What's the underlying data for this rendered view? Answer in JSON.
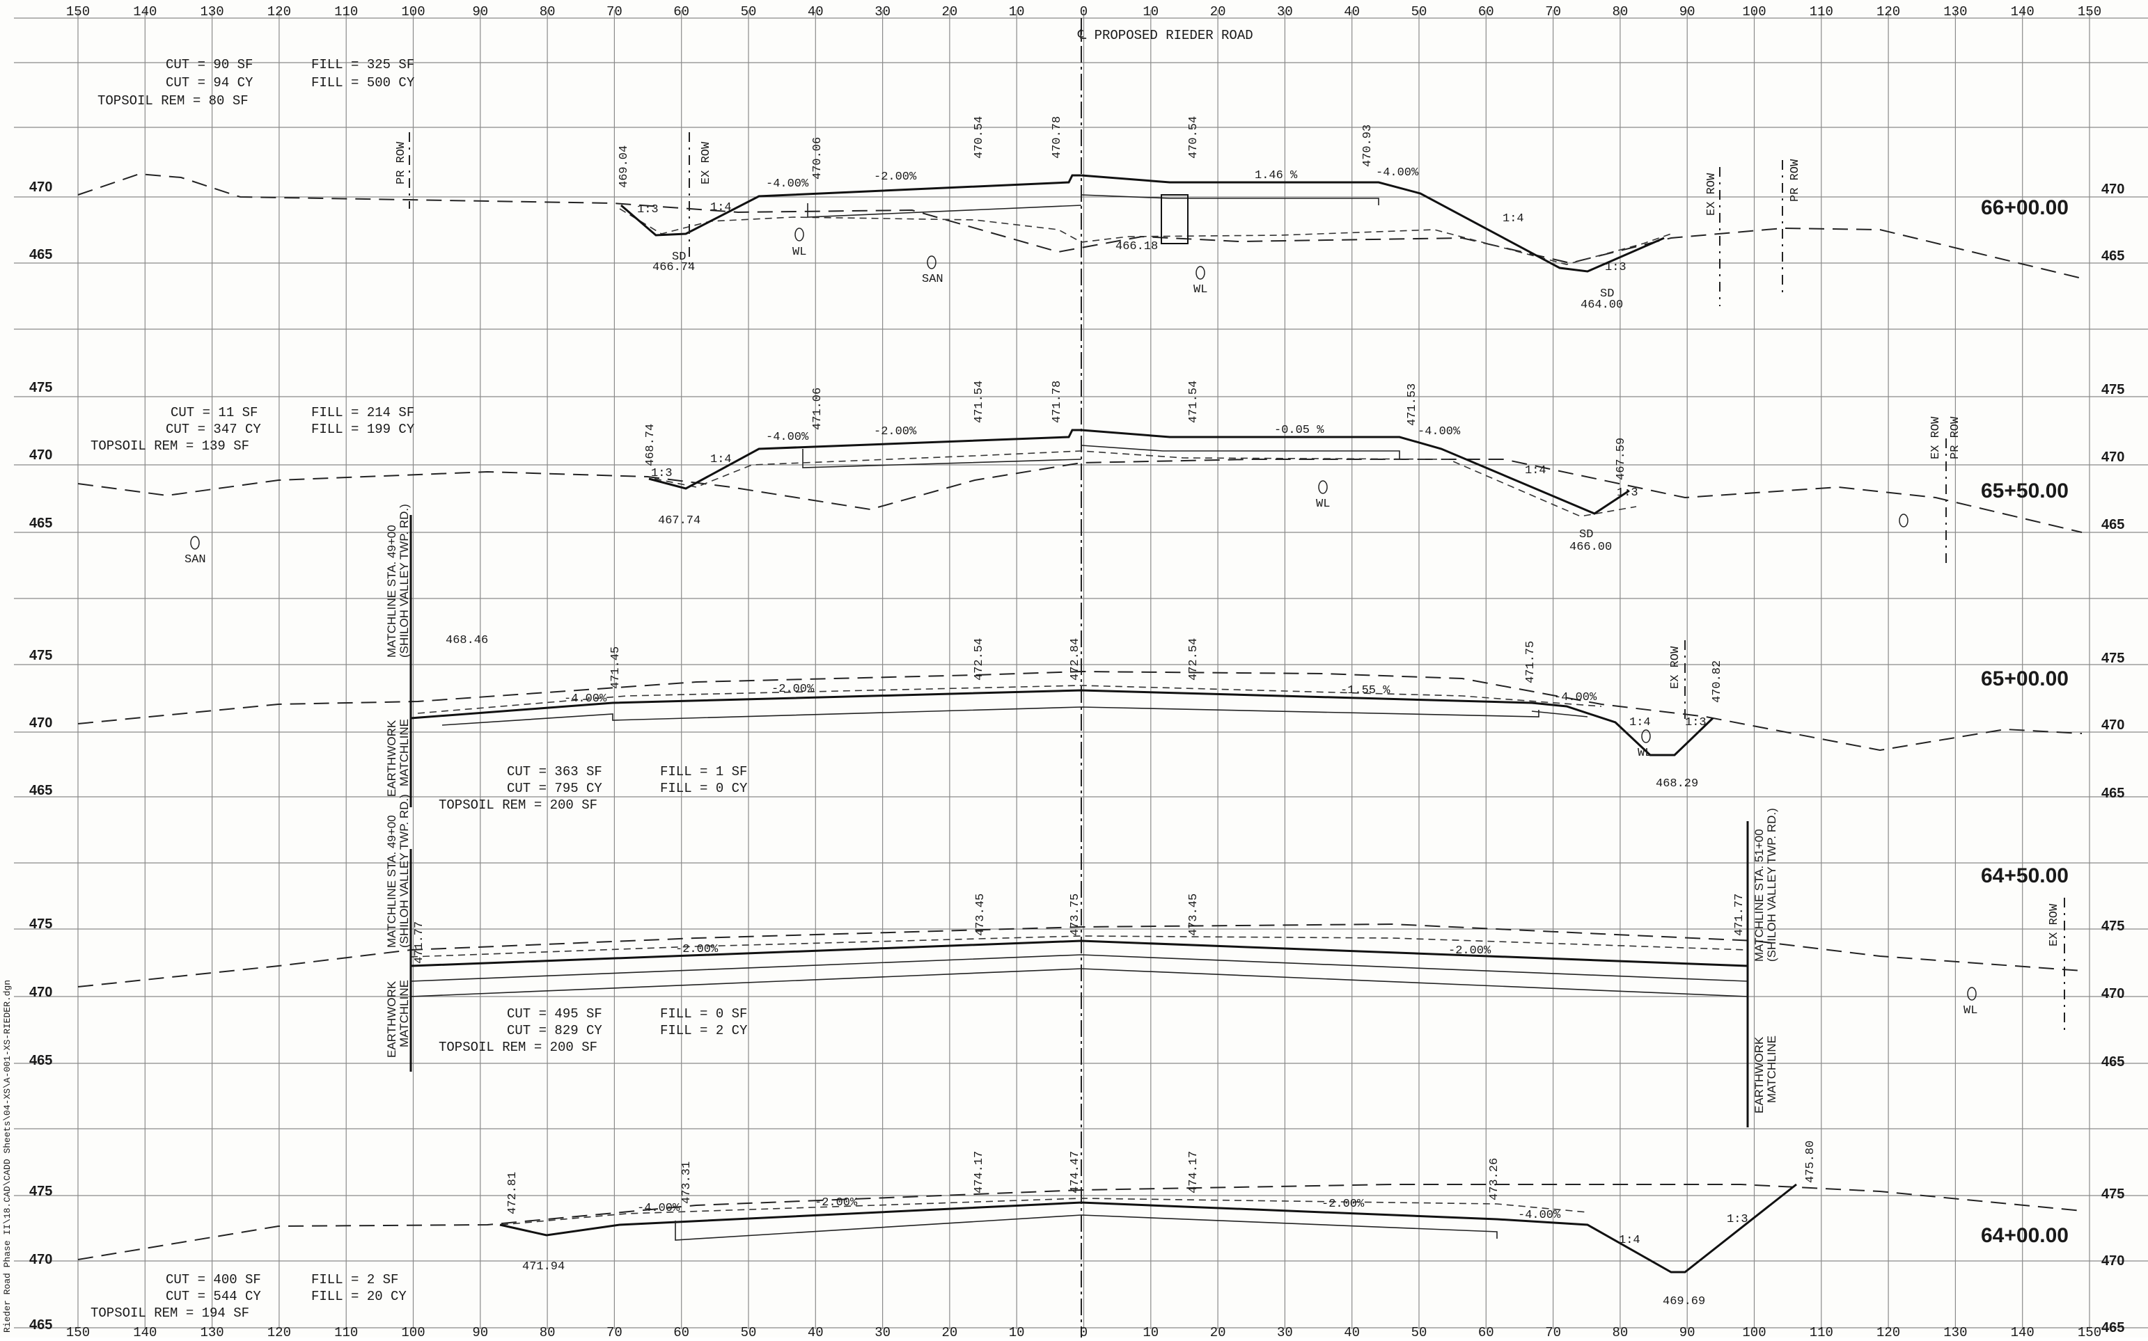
{
  "title": "℄ PROPOSED RIEDER ROAD",
  "side_text": "Rieder Road Phase II\\18.CAD\\CADD Sheets\\04-XS\\A-001-XS-RIEDER.dgn",
  "offsets_top": [
    "150",
    "140",
    "130",
    "120",
    "110",
    "100",
    "90",
    "80",
    "70",
    "60",
    "50",
    "40",
    "30",
    "20",
    "10",
    "0",
    "10",
    "20",
    "30",
    "40",
    "50",
    "60",
    "70",
    "80",
    "90",
    "100",
    "110",
    "120",
    "130",
    "140",
    "150"
  ],
  "offsets_bottom": [
    "150",
    "140",
    "130",
    "120",
    "110",
    "100",
    "90",
    "80",
    "70",
    "60",
    "50",
    "40",
    "30",
    "20",
    "10",
    "0",
    "10",
    "20",
    "30",
    "40",
    "50",
    "60",
    "70",
    "80",
    "90",
    "100",
    "110",
    "120",
    "130",
    "140",
    "150"
  ],
  "sections": [
    {
      "station": "66+00.00",
      "elev_left": [
        "470",
        "465"
      ],
      "elev_right": [
        "470",
        "465"
      ],
      "earthwork": {
        "cut_sf": "CUT = 90 SF",
        "cut_cy": "CUT = 94 CY",
        "topsoil": "TOPSOIL REM = 80 SF",
        "fill_sf": "FILL = 325 SF",
        "fill_cy": "FILL = 500 CY"
      },
      "elevs": [
        "469.04",
        "470.06",
        "470.54",
        "470.78",
        "470.54",
        "470.93",
        "466.74",
        "466.18",
        "464.00"
      ],
      "slopes": [
        "-4.00%",
        "-2.00%",
        "1.46 %",
        "-4.00%",
        "1:3",
        "1:4",
        "1:4",
        "1:3"
      ],
      "utilities": [
        "WL",
        "SAN",
        "WL",
        "SD",
        "SD"
      ],
      "row": [
        "PR ROW",
        "EX ROW",
        "EX ROW",
        "PR ROW"
      ]
    },
    {
      "station": "65+50.00",
      "elev_left": [
        "475",
        "470",
        "465"
      ],
      "elev_right": [
        "475",
        "470",
        "465"
      ],
      "earthwork": {
        "cut_sf": "CUT = 11 SF",
        "cut_cy": "CUT = 347 CY",
        "topsoil": "TOPSOIL REM = 139 SF",
        "fill_sf": "FILL = 214 SF",
        "fill_cy": "FILL = 199 CY"
      },
      "elevs": [
        "468.74",
        "471.06",
        "471.54",
        "471.78",
        "471.54",
        "471.53",
        "467.59",
        "467.74",
        "466.00"
      ],
      "slopes": [
        "-4.00%",
        "-2.00%",
        "-0.05 %",
        "-4.00%",
        "1:3",
        "1:4",
        "1:4",
        "1:3"
      ],
      "utilities": [
        "SAN",
        "WL",
        "SD"
      ],
      "row": [
        "EX ROW",
        "PR ROW"
      ]
    },
    {
      "station": "65+00.00",
      "elev_left": [
        "475",
        "470",
        "465"
      ],
      "elev_right": [
        "475",
        "470",
        "465"
      ],
      "earthwork": {
        "cut_sf": "CUT = 363 SF",
        "cut_cy": "CUT = 795 CY",
        "topsoil": "TOPSOIL REM = 200 SF",
        "fill_sf": "FILL = 1 SF",
        "fill_cy": "FILL = 0 CY"
      },
      "elevs": [
        "468.46",
        "471.45",
        "472.54",
        "472.84",
        "472.54",
        "471.75",
        "470.82",
        "468.29"
      ],
      "slopes": [
        "-4.00%",
        "-2.00%",
        "-1.55 %",
        "-4.00%",
        "1:4",
        "1:3"
      ],
      "utilities": [
        "WL"
      ],
      "row": [
        "EX ROW"
      ],
      "matchline": [
        "MATCHLINE STA. 49+00",
        "(SHILOH VALLEY TWP. RD.)",
        "EARTHWORK",
        "MATCHLINE"
      ]
    },
    {
      "station": "64+50.00",
      "elev_left": [
        "475",
        "470",
        "465"
      ],
      "elev_right": [
        "475",
        "470",
        "465"
      ],
      "earthwork": {
        "cut_sf": "CUT = 495 SF",
        "cut_cy": "CUT = 829 CY",
        "topsoil": "TOPSOIL REM = 200 SF",
        "fill_sf": "FILL = 0 SF",
        "fill_cy": "FILL = 2 CY"
      },
      "elevs": [
        "471.77",
        "473.45",
        "473.75",
        "473.45",
        "471.77"
      ],
      "slopes": [
        "-2.00%",
        "-2.00%"
      ],
      "utilities": [
        "WL"
      ],
      "row": [
        "EX ROW"
      ],
      "matchline_left": [
        "MATCHLINE STA. 49+00",
        "(SHILOH VALLEY TWP. RD.)",
        "EARTHWORK",
        "MATCHLINE"
      ],
      "matchline_right": [
        "MATCHLINE STA. 51+00",
        "(SHILOH VALLEY TWP. RD.)",
        "EARTHWORK",
        "MATCHLINE"
      ]
    },
    {
      "station": "64+00.00",
      "elev_left": [
        "475",
        "470",
        "465"
      ],
      "elev_right": [
        "475",
        "470",
        "465"
      ],
      "earthwork": {
        "cut_sf": "CUT = 400 SF",
        "cut_cy": "CUT = 544 CY",
        "topsoil": "TOPSOIL REM = 194 SF",
        "fill_sf": "FILL = 2 SF",
        "fill_cy": "FILL = 20 CY"
      },
      "elevs": [
        "472.81",
        "473.31",
        "474.17",
        "474.47",
        "474.17",
        "473.26",
        "475.80",
        "471.94",
        "469.69"
      ],
      "slopes": [
        "-4.00%",
        "-2.00%",
        "-2.00%",
        "-4.00%",
        "1:4",
        "1:3"
      ]
    }
  ]
}
